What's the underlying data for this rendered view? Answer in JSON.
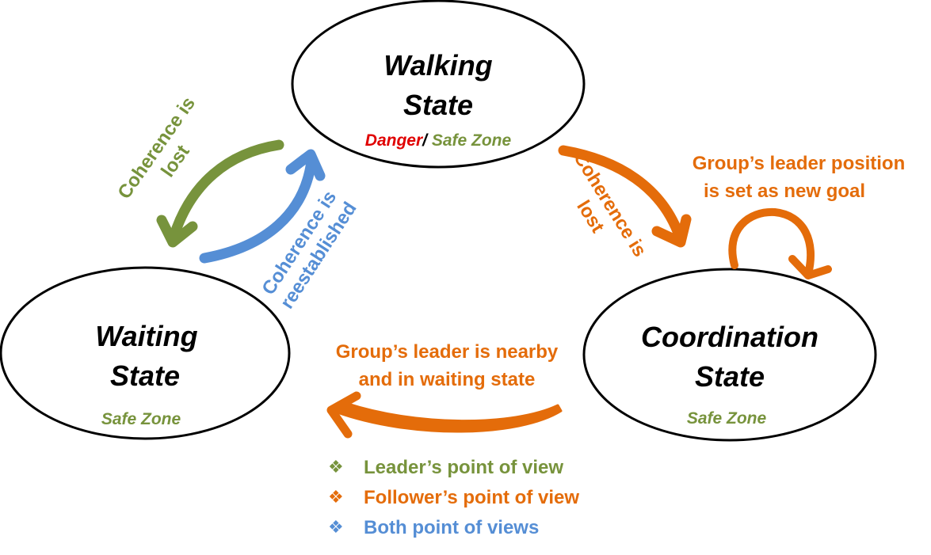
{
  "colors": {
    "green": "#77933c",
    "blue": "#558ed5",
    "orange": "#e46c0a",
    "danger": "#e00000",
    "state_outline": "#000000"
  },
  "states": {
    "walking": {
      "title_line1": "Walking",
      "title_line2": "State",
      "zone_danger": "Danger",
      "zone_separator": "/",
      "zone_safe": " Safe Zone"
    },
    "waiting": {
      "title_line1": "Waiting",
      "title_line2": "State",
      "zone_safe": "Safe Zone"
    },
    "coordination": {
      "title_line1": "Coordination",
      "title_line2": "State",
      "zone_safe": "Safe Zone"
    }
  },
  "transitions": {
    "walking_to_waiting": {
      "line1": "Coherence is",
      "line2": "lost",
      "color": "green"
    },
    "waiting_to_walking": {
      "line1": "Coherence is",
      "line2": "reestablished",
      "color": "blue"
    },
    "walking_to_coordination": {
      "line1": "Coherence is",
      "line2": "lost",
      "color": "orange"
    },
    "coordination_self": {
      "line1": "Group’s leader position",
      "line2": "is set as new goal",
      "color": "orange"
    },
    "coordination_to_waiting": {
      "line1": "Group’s leader is nearby",
      "line2": "and in waiting state",
      "color": "orange"
    }
  },
  "legend": [
    {
      "marker_icon": "diamond-cluster-icon",
      "marker": "❖",
      "label": "Leader’s point of view",
      "color": "green"
    },
    {
      "marker_icon": "diamond-cluster-icon",
      "marker": "❖",
      "label": "Follower’s point of view",
      "color": "orange"
    },
    {
      "marker_icon": "diamond-cluster-icon",
      "marker": "❖",
      "label": "Both point of views",
      "color": "blue"
    }
  ]
}
